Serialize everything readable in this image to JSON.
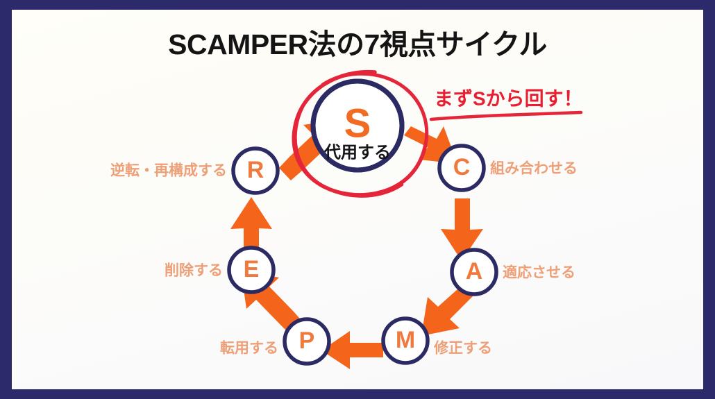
{
  "theme": {
    "border_color": "#2d2a6b",
    "background_color": "#fdfcf7",
    "ring_color": "#2b2a62",
    "letter_color": "#ef7a3d",
    "letter_color_main": "#f26b22",
    "label_color": "#eda077",
    "label_color_main": "#16161a",
    "arrow_color": "#f4641b",
    "annotation_color": "#e81f32",
    "title_color": "#141414"
  },
  "title": "SCAMPER法の7視点サイクル",
  "annotation": {
    "text": "まずSから回す！",
    "has_underline": true,
    "highlight_target": "S"
  },
  "chart_data": {
    "type": "diagram",
    "subtype": "cycle",
    "title": "SCAMPER法の7視点サイクル",
    "direction": "clockwise",
    "start_node": "S",
    "node_count": 7,
    "nodes": [
      {
        "letter": "S",
        "label": "代用する",
        "position": "top",
        "label_side": "inside",
        "highlighted": true
      },
      {
        "letter": "C",
        "label": "組み合わせる",
        "position": "upper-right",
        "label_side": "right",
        "highlighted": false
      },
      {
        "letter": "A",
        "label": "適応させる",
        "position": "lower-right",
        "label_side": "right",
        "highlighted": false
      },
      {
        "letter": "M",
        "label": "修正する",
        "position": "bottom-right",
        "label_side": "right",
        "highlighted": false
      },
      {
        "letter": "P",
        "label": "転用する",
        "position": "bottom-left",
        "label_side": "left",
        "highlighted": false
      },
      {
        "letter": "E",
        "label": "削除する",
        "position": "lower-left",
        "label_side": "left",
        "highlighted": false
      },
      {
        "letter": "R",
        "label": "逆転・再構成する",
        "position": "upper-left",
        "label_side": "left",
        "highlighted": false
      }
    ],
    "edges": [
      {
        "from": "S",
        "to": "C"
      },
      {
        "from": "C",
        "to": "A"
      },
      {
        "from": "A",
        "to": "M"
      },
      {
        "from": "M",
        "to": "P"
      },
      {
        "from": "P",
        "to": "E"
      },
      {
        "from": "E",
        "to": "R"
      },
      {
        "from": "R",
        "to": "S"
      }
    ]
  }
}
